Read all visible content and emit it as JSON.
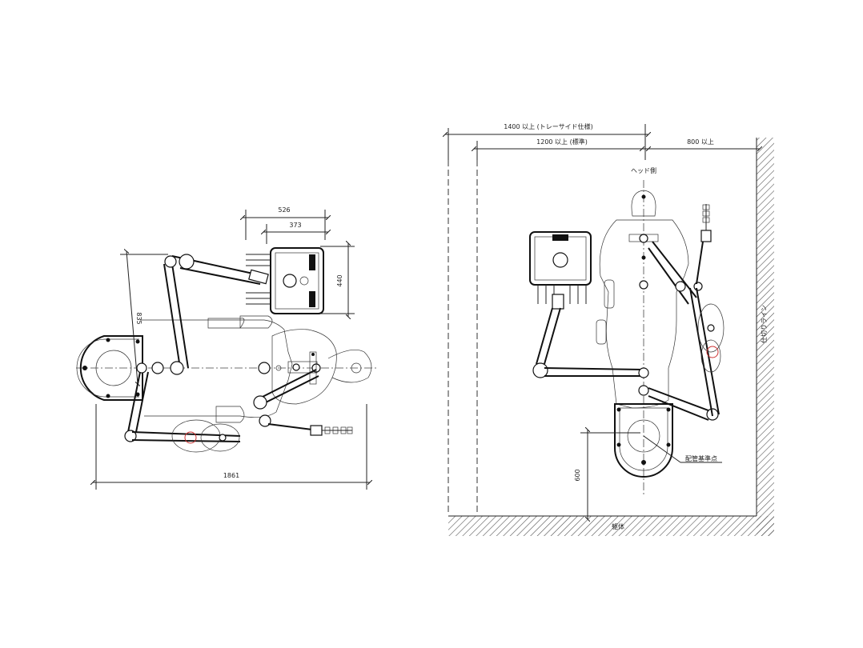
{
  "left_view": {
    "dim_width_total": "1861",
    "dim_arm_reach": "835",
    "dim_tray_outer": "526",
    "dim_tray_inner": "373",
    "dim_tray_depth": "440"
  },
  "right_view": {
    "dim_tray_side": "1400 以上 (トレーサイド仕様)",
    "dim_standard": "1200 以上 (標準)",
    "dim_head_clear": "800 以上",
    "head_side": "ヘッド側",
    "wall_line": "仕切りライン",
    "piping_ref": "配管基準点",
    "floor_body": "躯体",
    "dim_piping": "600"
  }
}
